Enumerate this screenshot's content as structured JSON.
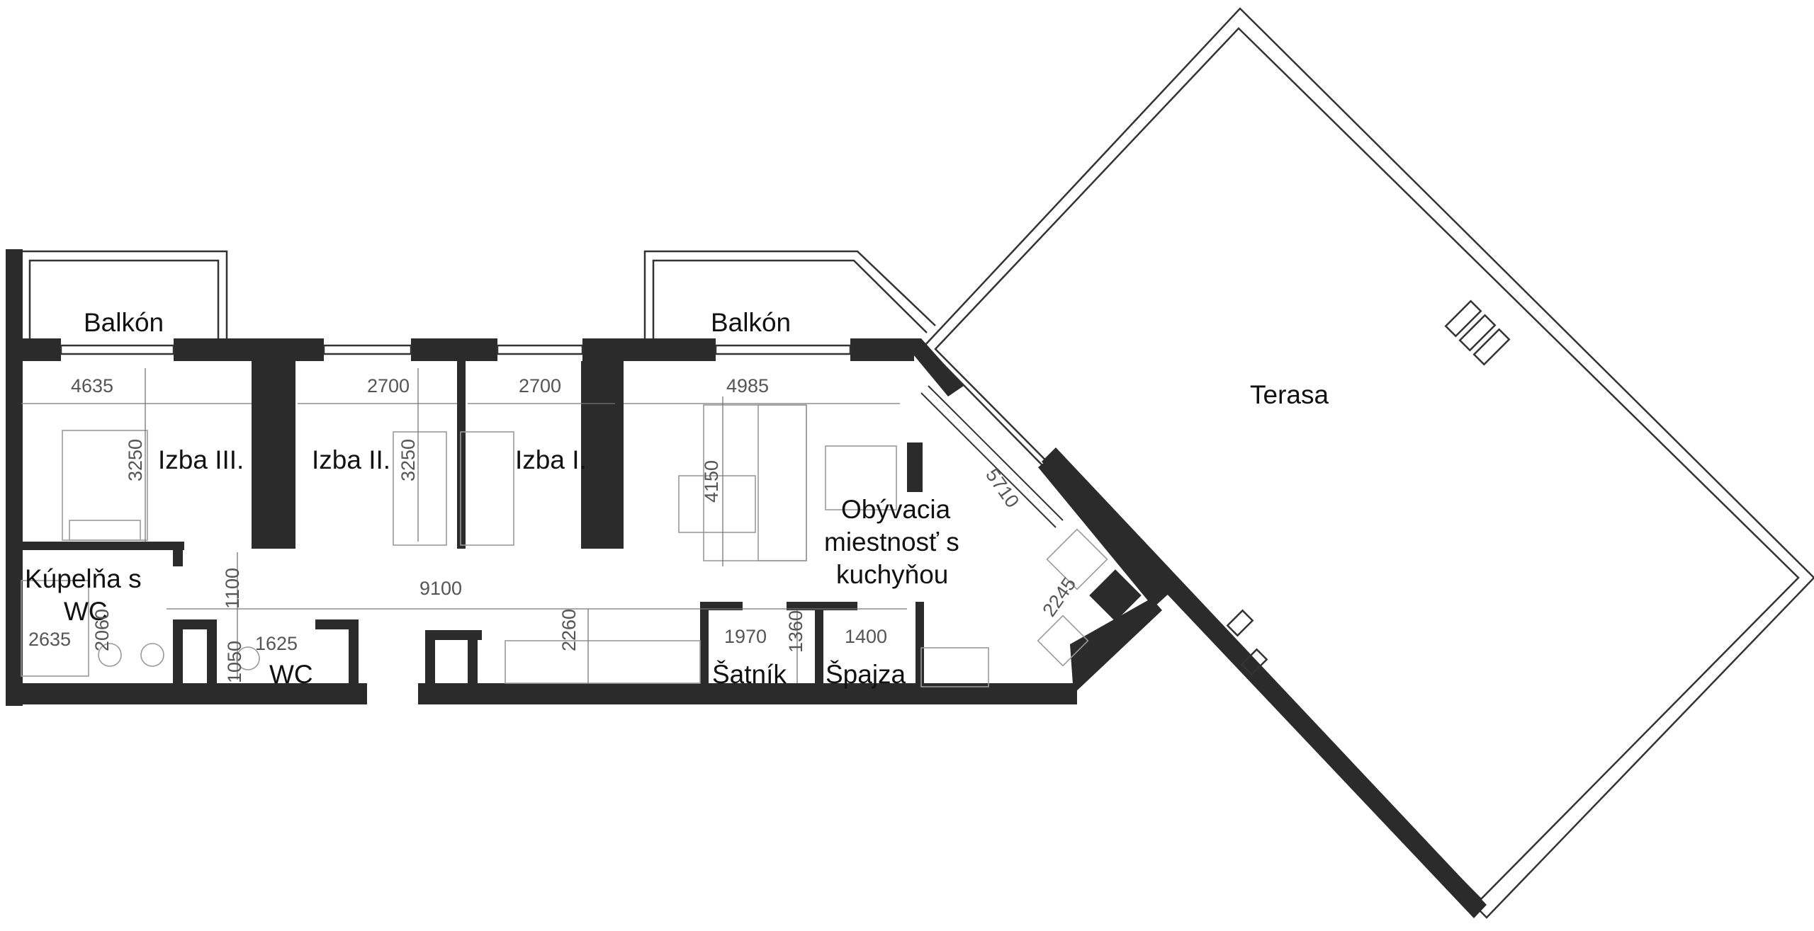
{
  "rooms": {
    "balkon_left": "Balkón",
    "balkon_right": "Balkón",
    "izba3": "Izba III.",
    "izba2": "Izba II.",
    "izba1": "Izba I.",
    "living_1": "Obývacia",
    "living_2": "miestnosť s",
    "living_3": "kuchyňou",
    "terasa": "Terasa",
    "kupelna_1": "Kúpelňa s",
    "kupelna_2": "WC",
    "wc": "WC",
    "satnik": "Šatník",
    "spajza": "Špajza"
  },
  "dimensions": {
    "d4635": "4635",
    "d2700a": "2700",
    "d2700b": "2700",
    "d4985": "4985",
    "d3250a": "3250",
    "d3250b": "3250",
    "d4150": "4150",
    "d5710": "5710",
    "d9100": "9100",
    "d1100": "1100",
    "d2060": "2060",
    "d2635": "2635",
    "d1050": "1050",
    "d1625": "1625",
    "d2260": "2260",
    "d1970": "1970",
    "d1360": "1360",
    "d1400": "1400",
    "d2245": "2245"
  }
}
